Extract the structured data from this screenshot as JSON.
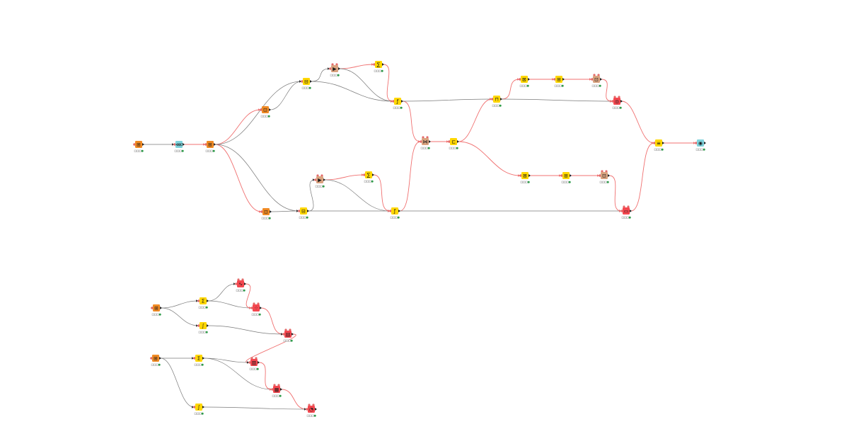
{
  "palette": {
    "source": "#f08a24",
    "manip": "#ffd700",
    "loop": "#d9a27f",
    "view": "#f4474f",
    "io": "#7fd3dc",
    "status_ok": "#2e9c4a",
    "edge_data": "#7a7a7a",
    "edge_flow": "#f07070",
    "port": "#e46a6a"
  },
  "nodes": [
    {
      "id": "n1",
      "cat": "source",
      "icon": "table-reader-icon",
      "glyph": "⊞"
    },
    {
      "id": "n2",
      "cat": "io",
      "icon": "connector-icon",
      "glyph": "⋘"
    },
    {
      "id": "n3",
      "cat": "source",
      "icon": "db-reader-icon",
      "glyph": "⊞"
    },
    {
      "id": "n4",
      "cat": "source",
      "icon": "query-icon",
      "glyph": "⊡"
    },
    {
      "id": "n5",
      "cat": "manip",
      "icon": "column-filter-icon",
      "glyph": "⊟"
    },
    {
      "id": "n6",
      "cat": "loop",
      "icon": "loop-start-icon",
      "glyph": "▶"
    },
    {
      "id": "n7",
      "cat": "manip",
      "icon": "rule-icon",
      "glyph": "∑"
    },
    {
      "id": "n8",
      "cat": "manip",
      "icon": "joiner-icon",
      "glyph": "ƒ"
    },
    {
      "id": "n9",
      "cat": "loop",
      "icon": "loop-end-icon",
      "glyph": "⋈"
    },
    {
      "id": "n10",
      "cat": "manip",
      "icon": "row-filter-icon",
      "glyph": "⊏"
    },
    {
      "id": "n11",
      "cat": "manip",
      "icon": "pivot-icon",
      "glyph": "⊓"
    },
    {
      "id": "n12",
      "cat": "manip",
      "icon": "sorter-icon",
      "glyph": "⊠"
    },
    {
      "id": "n13",
      "cat": "manip",
      "icon": "groupby-icon",
      "glyph": "⊞"
    },
    {
      "id": "n14",
      "cat": "loop",
      "icon": "chunk-loop-icon",
      "glyph": "⊡"
    },
    {
      "id": "n15",
      "cat": "view",
      "icon": "chart-view-icon",
      "glyph": "◎"
    },
    {
      "id": "n16",
      "cat": "source",
      "icon": "query-icon",
      "glyph": "⊡"
    },
    {
      "id": "n17",
      "cat": "manip",
      "icon": "column-filter-icon",
      "glyph": "⊟"
    },
    {
      "id": "n18",
      "cat": "loop",
      "icon": "loop-start-icon",
      "glyph": "▶"
    },
    {
      "id": "n19",
      "cat": "manip",
      "icon": "rule-icon",
      "glyph": "∑"
    },
    {
      "id": "n20",
      "cat": "manip",
      "icon": "joiner-icon",
      "glyph": "ƒ"
    },
    {
      "id": "n21",
      "cat": "manip",
      "icon": "sorter-icon",
      "glyph": "⊠"
    },
    {
      "id": "n22",
      "cat": "manip",
      "icon": "groupby-icon",
      "glyph": "⊞"
    },
    {
      "id": "n23",
      "cat": "loop",
      "icon": "chunk-loop-icon",
      "glyph": "⊡"
    },
    {
      "id": "n24",
      "cat": "view",
      "icon": "table-view-icon",
      "glyph": "▭"
    },
    {
      "id": "n25",
      "cat": "manip",
      "icon": "concatenate-icon",
      "glyph": "≡"
    },
    {
      "id": "n26",
      "cat": "io",
      "icon": "writer-icon",
      "glyph": "◉"
    },
    {
      "id": "m1",
      "cat": "source",
      "icon": "db-reader-icon",
      "glyph": "⊞"
    },
    {
      "id": "m2",
      "cat": "manip",
      "icon": "statistics-icon",
      "glyph": "Σ"
    },
    {
      "id": "m3",
      "cat": "view",
      "icon": "line-plot-icon",
      "glyph": "∿"
    },
    {
      "id": "m4",
      "cat": "view",
      "icon": "scatter-plot-icon",
      "glyph": "⁘"
    },
    {
      "id": "m5",
      "cat": "manip",
      "icon": "math-formula-icon",
      "glyph": "∫"
    },
    {
      "id": "m6",
      "cat": "view",
      "icon": "report-icon",
      "glyph": "▤"
    },
    {
      "id": "m7",
      "cat": "source",
      "icon": "db-reader-icon",
      "glyph": "⊞"
    },
    {
      "id": "m8",
      "cat": "manip",
      "icon": "statistics-icon",
      "glyph": "Σ"
    },
    {
      "id": "m9",
      "cat": "view",
      "icon": "bar-chart-icon",
      "glyph": "▥"
    },
    {
      "id": "m10",
      "cat": "view",
      "icon": "histogram-icon",
      "glyph": "▦"
    },
    {
      "id": "m11",
      "cat": "manip",
      "icon": "math-formula-icon",
      "glyph": "∫"
    },
    {
      "id": "m12",
      "cat": "view",
      "icon": "pie-chart-icon",
      "glyph": "◔"
    }
  ],
  "edges": [
    {
      "from": "n1",
      "to": "n2",
      "kind": "data"
    },
    {
      "from": "n2",
      "to": "n3",
      "kind": "flow"
    },
    {
      "from": "n3",
      "to": "n4",
      "kind": "flow"
    },
    {
      "from": "n3",
      "to": "n5",
      "kind": "data"
    },
    {
      "from": "n3",
      "to": "n16",
      "kind": "flow"
    },
    {
      "from": "n3",
      "to": "n17",
      "kind": "data"
    },
    {
      "from": "n4",
      "to": "n5",
      "kind": "data"
    },
    {
      "from": "n5",
      "to": "n6",
      "kind": "data"
    },
    {
      "from": "n5",
      "to": "n8",
      "kind": "data"
    },
    {
      "from": "n6",
      "to": "n7",
      "kind": "flow"
    },
    {
      "from": "n6",
      "to": "n8",
      "kind": "data"
    },
    {
      "from": "n7",
      "to": "n8",
      "kind": "flow"
    },
    {
      "from": "n8",
      "to": "n9",
      "kind": "flow"
    },
    {
      "from": "n8",
      "to": "n11",
      "kind": "data"
    },
    {
      "from": "n9",
      "to": "n10",
      "kind": "flow"
    },
    {
      "from": "n10",
      "to": "n11",
      "kind": "flow"
    },
    {
      "from": "n10",
      "to": "n21",
      "kind": "flow"
    },
    {
      "from": "n11",
      "to": "n12",
      "kind": "flow"
    },
    {
      "from": "n11",
      "to": "n15",
      "kind": "data"
    },
    {
      "from": "n12",
      "to": "n13",
      "kind": "flow"
    },
    {
      "from": "n13",
      "to": "n14",
      "kind": "flow"
    },
    {
      "from": "n14",
      "to": "n15",
      "kind": "flow"
    },
    {
      "from": "n15",
      "to": "n25",
      "kind": "flow"
    },
    {
      "from": "n16",
      "to": "n17",
      "kind": "data"
    },
    {
      "from": "n17",
      "to": "n18",
      "kind": "data"
    },
    {
      "from": "n17",
      "to": "n20",
      "kind": "data"
    },
    {
      "from": "n18",
      "to": "n19",
      "kind": "flow"
    },
    {
      "from": "n18",
      "to": "n20",
      "kind": "data"
    },
    {
      "from": "n19",
      "to": "n20",
      "kind": "flow"
    },
    {
      "from": "n20",
      "to": "n9",
      "kind": "flow"
    },
    {
      "from": "n20",
      "to": "n24",
      "kind": "data"
    },
    {
      "from": "n21",
      "to": "n22",
      "kind": "flow"
    },
    {
      "from": "n22",
      "to": "n23",
      "kind": "flow"
    },
    {
      "from": "n23",
      "to": "n24",
      "kind": "flow"
    },
    {
      "from": "n24",
      "to": "n25",
      "kind": "flow"
    },
    {
      "from": "n25",
      "to": "n26",
      "kind": "flow"
    },
    {
      "from": "m1",
      "to": "m2",
      "kind": "data"
    },
    {
      "from": "m1",
      "to": "m5",
      "kind": "data"
    },
    {
      "from": "m2",
      "to": "m3",
      "kind": "data"
    },
    {
      "from": "m2",
      "to": "m4",
      "kind": "data"
    },
    {
      "from": "m3",
      "to": "m4",
      "kind": "flow"
    },
    {
      "from": "m4",
      "to": "m6",
      "kind": "flow"
    },
    {
      "from": "m5",
      "to": "m6",
      "kind": "data"
    },
    {
      "from": "m6",
      "to": "m9",
      "kind": "flow"
    },
    {
      "from": "m7",
      "to": "m8",
      "kind": "data"
    },
    {
      "from": "m7",
      "to": "m11",
      "kind": "data"
    },
    {
      "from": "m8",
      "to": "m9",
      "kind": "data"
    },
    {
      "from": "m8",
      "to": "m10",
      "kind": "data"
    },
    {
      "from": "m9",
      "to": "m10",
      "kind": "flow"
    },
    {
      "from": "m10",
      "to": "m12",
      "kind": "flow"
    },
    {
      "from": "m11",
      "to": "m12",
      "kind": "data"
    }
  ]
}
